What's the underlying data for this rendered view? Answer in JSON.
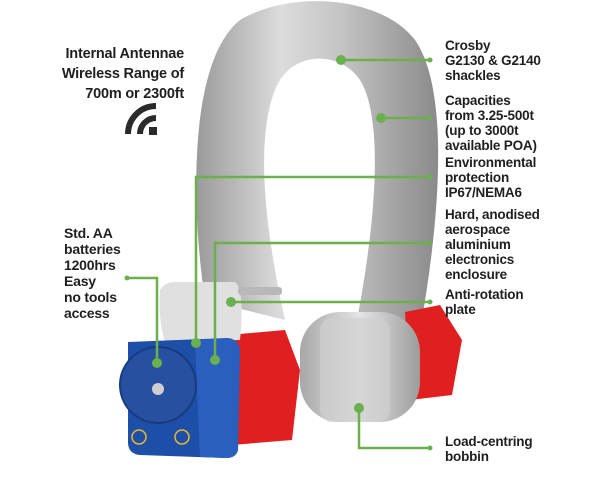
{
  "callouts": {
    "antenna": [
      "Internal Antennae",
      "Wireless Range of",
      "700m or 2300ft"
    ],
    "battery": [
      "Std. AA",
      "batteries",
      "1200hrs",
      "Easy",
      "no tools",
      "access"
    ],
    "shackles": [
      "Crosby",
      "G2130 & G2140",
      "shackles"
    ],
    "capacities": [
      "Capacities",
      "from 3.25-500t",
      "(up to 3000t",
      "available POA)"
    ],
    "environmental": [
      "Environmental",
      "protection",
      "IP67/NEMA6"
    ],
    "enclosure": [
      "Hard, anodised",
      "aerospace",
      "aluminium",
      "electronics",
      "enclosure"
    ],
    "anti_rotation": [
      "Anti-rotation",
      "plate"
    ],
    "bobbin": [
      "Load-centring",
      "bobbin"
    ]
  },
  "icons": {
    "wireless": "wifi-signal-icon"
  },
  "colors": {
    "callout_line": "#6ab04c",
    "enclosure": "#1e4fa8",
    "nut": "#e02020",
    "steel": "#c8c8c8"
  }
}
